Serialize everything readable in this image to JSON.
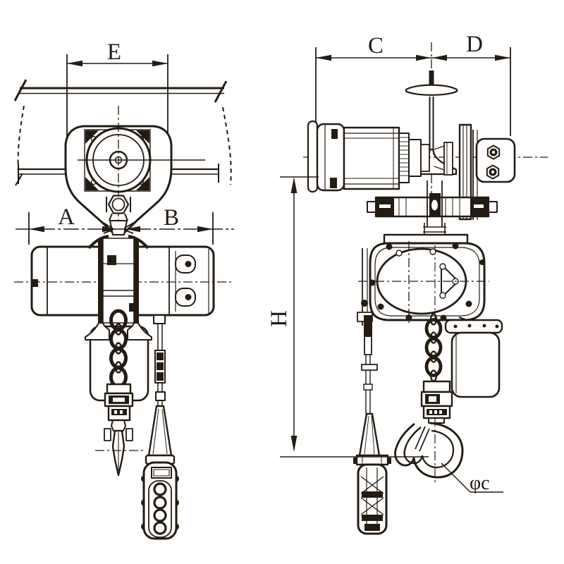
{
  "colors": {
    "ink": "#241c13",
    "paper": "#ffffff"
  },
  "labels": {
    "dim_e": "E",
    "dim_a": "A",
    "dim_b": "B",
    "dim_c": "C",
    "dim_d": "D",
    "dim_h": "H",
    "dim_phi_c": "φc"
  }
}
